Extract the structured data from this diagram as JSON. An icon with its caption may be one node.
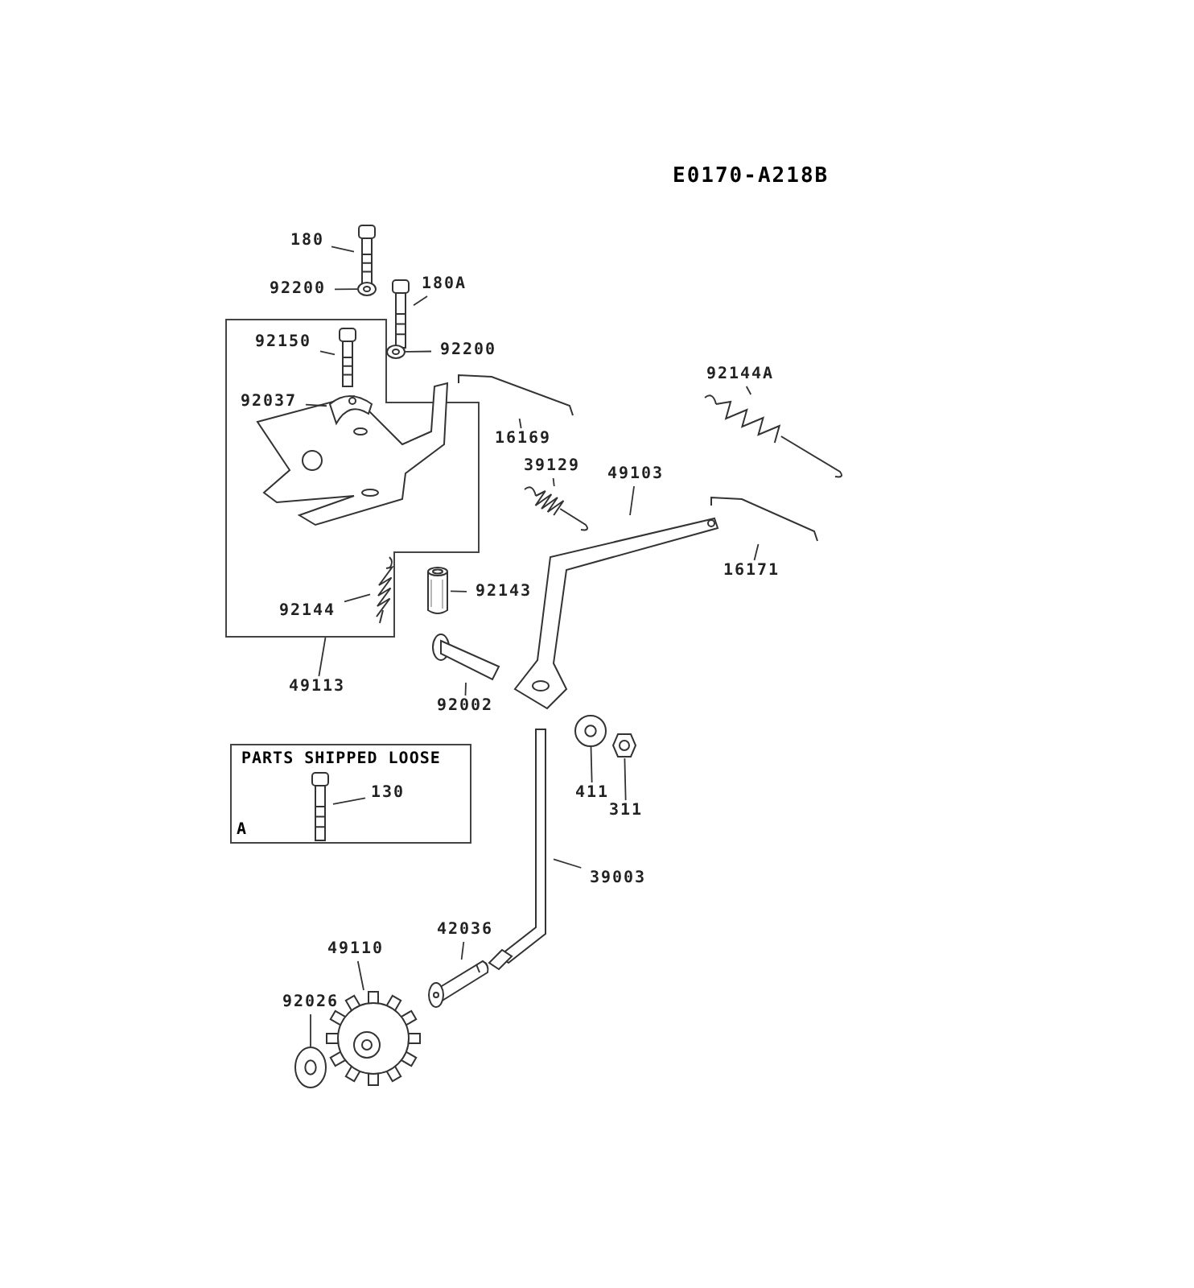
{
  "diagram": {
    "nodes": [
      {
        "text": [
          "180"
        ]
      },
      {
        "text": [],
        "shape": "picture"
      },
      {
        "text": [
          "92200"
        ]
      },
      {
        "text": [],
        "shape": "picture"
      },
      {
        "text": [
          "180A"
        ]
      },
      {
        "text": [],
        "shape": "picture"
      },
      {
        "text": [],
        "shape": "box"
      },
      {
        "text": [
          "92150"
        ],
        "in": 6
      },
      {
        "text": [],
        "shape": "picture",
        "in": 6
      },
      {
        "text": [
          "92200"
        ]
      },
      {
        "text": [],
        "shape": "picture"
      },
      {
        "text": [
          "92037"
        ],
        "in": 6
      },
      {
        "text": [],
        "shape": "picture",
        "in": 6
      },
      {
        "text": [
          "16169"
        ]
      },
      {
        "text": [],
        "shape": "picture"
      },
      {
        "text": [
          "92144A"
        ]
      },
      {
        "text": [],
        "shape": "picture"
      },
      {
        "text": [
          "39129"
        ]
      },
      {
        "text": [],
        "shape": "picture"
      },
      {
        "text": [
          "49103"
        ]
      },
      {
        "text": [],
        "shape": "picture"
      },
      {
        "text": [
          "16171"
        ]
      },
      {
        "text": [],
        "shape": "picture"
      },
      {
        "text": [
          "92144"
        ],
        "in": 6
      },
      {
        "text": [],
        "shape": "picture",
        "in": 6
      },
      {
        "text": [
          "92143"
        ]
      },
      {
        "text": [],
        "shape": "picture"
      },
      {
        "text": [
          "49113"
        ]
      },
      {
        "text": [
          "92002"
        ]
      },
      {
        "text": [],
        "shape": "picture"
      },
      {
        "text": [
          "PARTS SHIPPED LOOSE",
          "A"
        ]
      },
      {
        "text": [
          "130"
        ],
        "in": 30
      },
      {
        "text": [],
        "shape": "picture",
        "in": 30
      },
      {
        "text": [
          "411"
        ]
      },
      {
        "text": [],
        "shape": "picture"
      },
      {
        "text": [
          "311"
        ]
      },
      {
        "text": [],
        "shape": "picture"
      },
      {
        "text": [
          "39003"
        ]
      },
      {
        "text": [],
        "shape": "picture"
      },
      {
        "text": [
          "42036"
        ]
      },
      {
        "text": [],
        "shape": "picture"
      },
      {
        "text": [
          "49110"
        ]
      },
      {
        "text": [],
        "shape": "picture"
      },
      {
        "text": [
          "92026"
        ]
      },
      {
        "text": [],
        "shape": "picture"
      }
    ],
    "edges": [
      {
        "from": 0,
        "to": 1,
        "arrow": "none"
      },
      {
        "from": 2,
        "to": 3,
        "arrow": "none"
      },
      {
        "from": 4,
        "to": 5,
        "arrow": "none"
      },
      {
        "from": 7,
        "to": 8,
        "arrow": "none"
      },
      {
        "from": 9,
        "to": 10,
        "arrow": "none"
      },
      {
        "from": 11,
        "to": 12,
        "arrow": "none"
      },
      {
        "from": 13,
        "to": 14,
        "arrow": "none"
      },
      {
        "from": 15,
        "to": 16,
        "arrow": "none"
      },
      {
        "from": 17,
        "to": 18,
        "arrow": "none"
      },
      {
        "from": 19,
        "to": 20,
        "arrow": "none"
      },
      {
        "from": 21,
        "to": 22,
        "arrow": "none"
      },
      {
        "from": 23,
        "to": 24,
        "arrow": "none"
      },
      {
        "from": 25,
        "to": 26,
        "arrow": "none"
      },
      {
        "from": 27,
        "to": 6,
        "arrow": "none"
      },
      {
        "from": 28,
        "to": 29,
        "arrow": "none"
      },
      {
        "from": 31,
        "to": 32,
        "arrow": "none"
      },
      {
        "from": 33,
        "to": 34,
        "arrow": "none"
      },
      {
        "from": 35,
        "to": 36,
        "arrow": "none"
      },
      {
        "from": 37,
        "to": 38,
        "arrow": "none"
      },
      {
        "from": 39,
        "to": 40,
        "arrow": "none"
      },
      {
        "from": 41,
        "to": 42,
        "arrow": "none"
      },
      {
        "from": 43,
        "to": 44,
        "arrow": "none"
      }
    ],
    "labels": [
      "E0170-A218B"
    ]
  }
}
